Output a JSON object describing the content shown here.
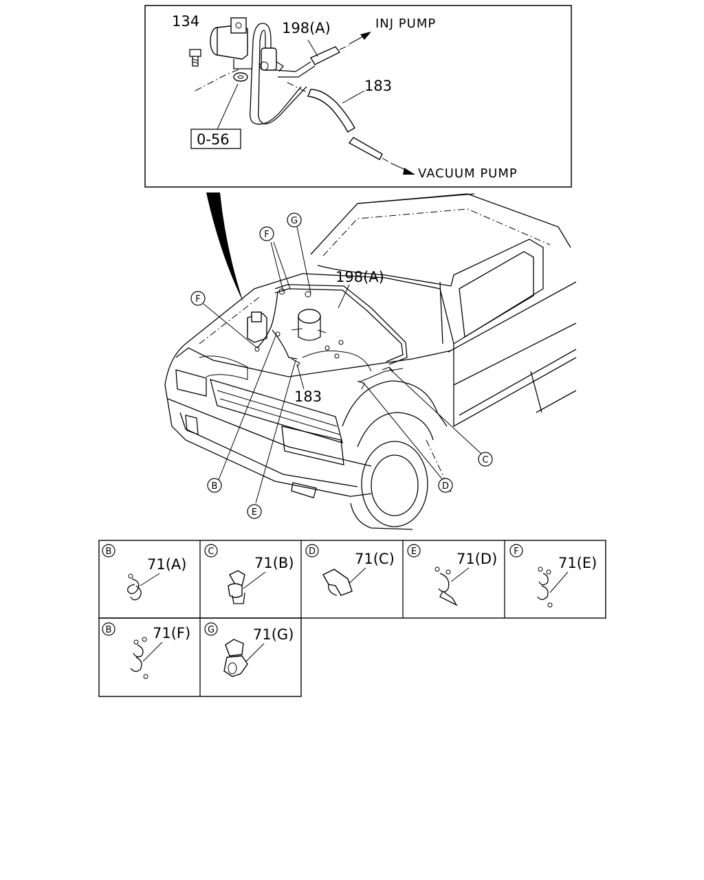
{
  "inset": {
    "labels": {
      "p134": "134",
      "p198a": "198(A)",
      "p183": "183",
      "ref": "0-56",
      "inj_pump": "INJ PUMP",
      "vacuum_pump": "VACUUM PUMP"
    }
  },
  "main": {
    "labels": {
      "p198a": "198(A)",
      "p183": "183"
    },
    "callouts": {
      "f1": "F",
      "f2": "F",
      "g": "G",
      "b": "B",
      "c": "C",
      "d": "D",
      "e": "E"
    }
  },
  "clip_table": {
    "cells": [
      {
        "letter": "B",
        "part": "71(A)"
      },
      {
        "letter": "C",
        "part": "71(B)"
      },
      {
        "letter": "D",
        "part": "71(C)"
      },
      {
        "letter": "E",
        "part": "71(D)"
      },
      {
        "letter": "F",
        "part": "71(E)"
      },
      {
        "letter": "B",
        "part": "71(F)"
      },
      {
        "letter": "G",
        "part": "71(G)"
      }
    ]
  }
}
